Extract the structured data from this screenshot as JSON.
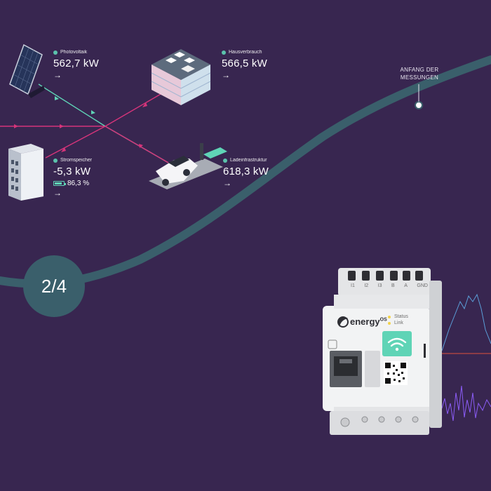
{
  "flow": {
    "pv": {
      "label": "Photovoltaik",
      "value": "562,7 kW",
      "arrow": "→",
      "dot_color": "#5fd4b6"
    },
    "house": {
      "label": "Hausverbrauch",
      "value": "566,5 kW",
      "arrow": "→",
      "dot_color": "#5fd4b6"
    },
    "storage": {
      "label": "Stromspeicher",
      "value": "-5,3 kW",
      "soc": "86,3 %",
      "soc_fraction": 0.863,
      "arrow": "→",
      "dot_color": "#5fd4b6"
    },
    "charging": {
      "label": "Ladeinfrastruktur",
      "value": "618,3 kW",
      "arrow": "→",
      "dot_color": "#5fd4b6"
    }
  },
  "annotation": {
    "line1": "ANFANG DER",
    "line2": "MESSUNGEN"
  },
  "step": {
    "label": "2/4"
  },
  "device": {
    "brand": "energy",
    "brand_sup": "OS",
    "status_label": "Status",
    "link_label": "Link",
    "terminals": [
      "I1",
      "I2",
      "I3",
      "B",
      "A",
      "GND"
    ]
  },
  "colors": {
    "background": "#382650",
    "curve": "#3a5f6b",
    "flow_pink": "#d6347a",
    "flow_teal": "#5fd4b6",
    "signal_blue": "#5b9ed8",
    "signal_purple": "#8b5cf6",
    "signal_red": "#e0513d"
  }
}
